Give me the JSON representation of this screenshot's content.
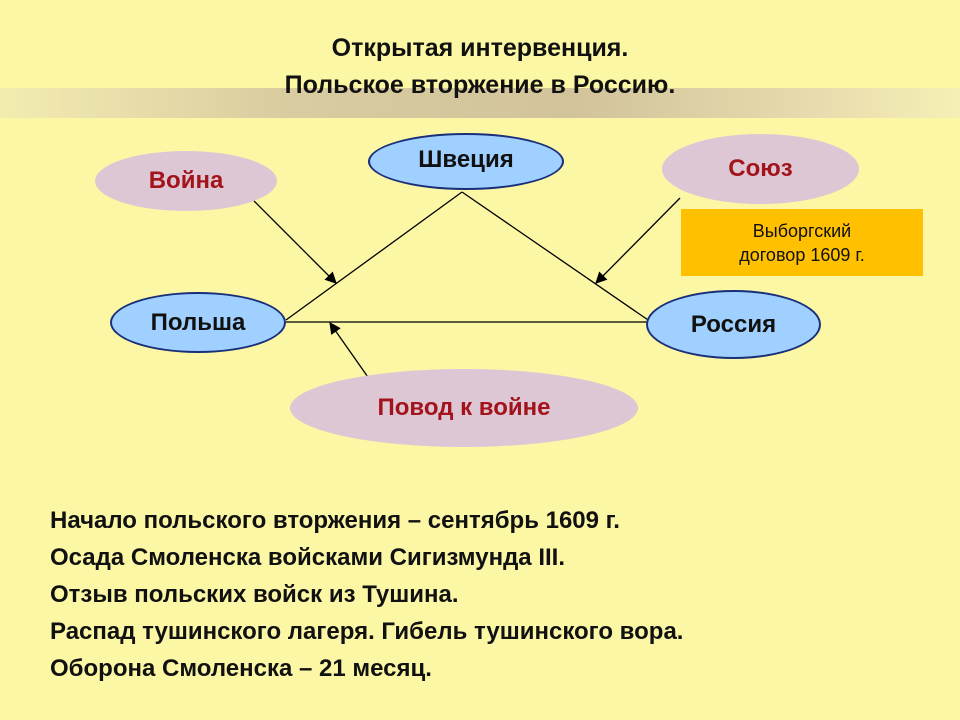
{
  "title": {
    "line1": "Открытая интервенция.",
    "line2": "Польское вторжение в Россию."
  },
  "nodes": {
    "sweden": "Швеция",
    "poland": "Польша",
    "russia": "Россия",
    "war": "Война",
    "alliance": "Союз",
    "pretext": "Повод к войне"
  },
  "treaty": {
    "line1": "Выборгский",
    "line2": "договор 1609 г."
  },
  "facts": [
    "Начало польского вторжения – сентябрь 1609 г.",
    "Осада Смоленска войсками Сигизмунда III.",
    "Отзыв польских войск из Тушина.",
    "Распад тушинского лагеря. Гибель тушинского вора.",
    "Оборона Смоленска – 21 месяц."
  ],
  "colors": {
    "background": "#fbf7a5",
    "blue_node": "#9fd0ff",
    "pink_node": "#ddc7d5",
    "pink_text": "#a3131b",
    "treaty_box": "#ffc000"
  }
}
